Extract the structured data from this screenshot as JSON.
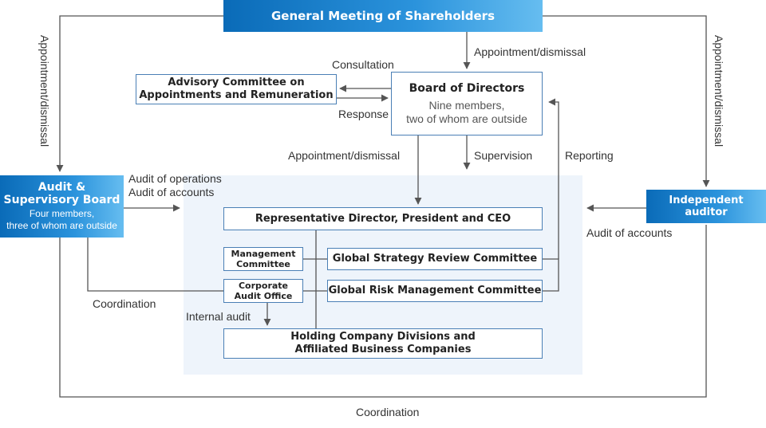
{
  "boxes": {
    "general_meeting": "General Meeting of Shareholders",
    "advisory_line1": "Advisory Committee on",
    "advisory_line2": "Appointments and Remuneration",
    "board_title": "Board of Directors",
    "board_sub1": "Nine members,",
    "board_sub2": "two of whom are outside",
    "audit_board_line1": "Audit &",
    "audit_board_line2": "Supervisory Board",
    "audit_board_sub1": "Four members,",
    "audit_board_sub2": "three of whom are outside",
    "independent_auditor": "Independent auditor",
    "ceo": "Representative Director, President and CEO",
    "management_line1": "Management",
    "management_line2": "Committee",
    "corporate_audit_line1": "Corporate",
    "corporate_audit_line2": "Audit Office",
    "global_strategy": "Global Strategy Review Committee",
    "global_risk": "Global Risk Management Committee",
    "holding_line1": "Holding Company Divisions and",
    "holding_line2": "Affiliated Business Companies"
  },
  "labels": {
    "appointment_left": "Appointment/dismissal",
    "appointment_right": "Appointment/dismissal",
    "appointment_top": "Appointment/dismissal",
    "consultation": "Consultation",
    "response": "Response",
    "appointment_mid": "Appointment/dismissal",
    "supervision": "Supervision",
    "reporting": "Reporting",
    "audit_operations": "Audit of operations",
    "audit_accounts_left": "Audit of accounts",
    "audit_accounts_right": "Audit of accounts",
    "coordination_left": "Coordination",
    "internal_audit": "Internal audit",
    "coordination_bottom": "Coordination"
  },
  "colors": {
    "accent": "#1a7fcc",
    "line": "#555555",
    "box_border": "#4a7fb5",
    "shade": "#eef4fb"
  }
}
